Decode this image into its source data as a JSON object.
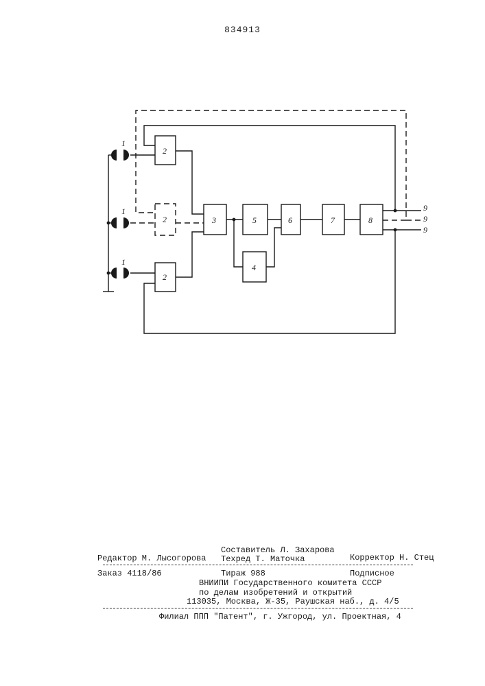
{
  "page_number": "834913",
  "diagram": {
    "labels": {
      "sensor": "1",
      "unit2": "2",
      "block3": "3",
      "block4": "4",
      "block5": "5",
      "block6": "6",
      "block7": "7",
      "block8": "8",
      "output": "9"
    }
  },
  "colophon": {
    "compiler": "Составитель Л. Захарова",
    "editor": "Редактор М. Лысогорова",
    "techred": "Техред Т. Маточка",
    "corrector": "Корректор Н. Стец",
    "order": "Заказ 4118/86",
    "circulation": "Тираж 988",
    "subscription": "Подписное",
    "org_line1": "ВНИИПИ Государственного комитета СССР",
    "org_line2": "по делам изобретений и открытий",
    "org_address": "113035, Москва, Ж-35, Раушская наб., д. 4/5",
    "branch": "Филиал ППП \"Патент\", г. Ужгород, ул. Проектная, 4"
  }
}
